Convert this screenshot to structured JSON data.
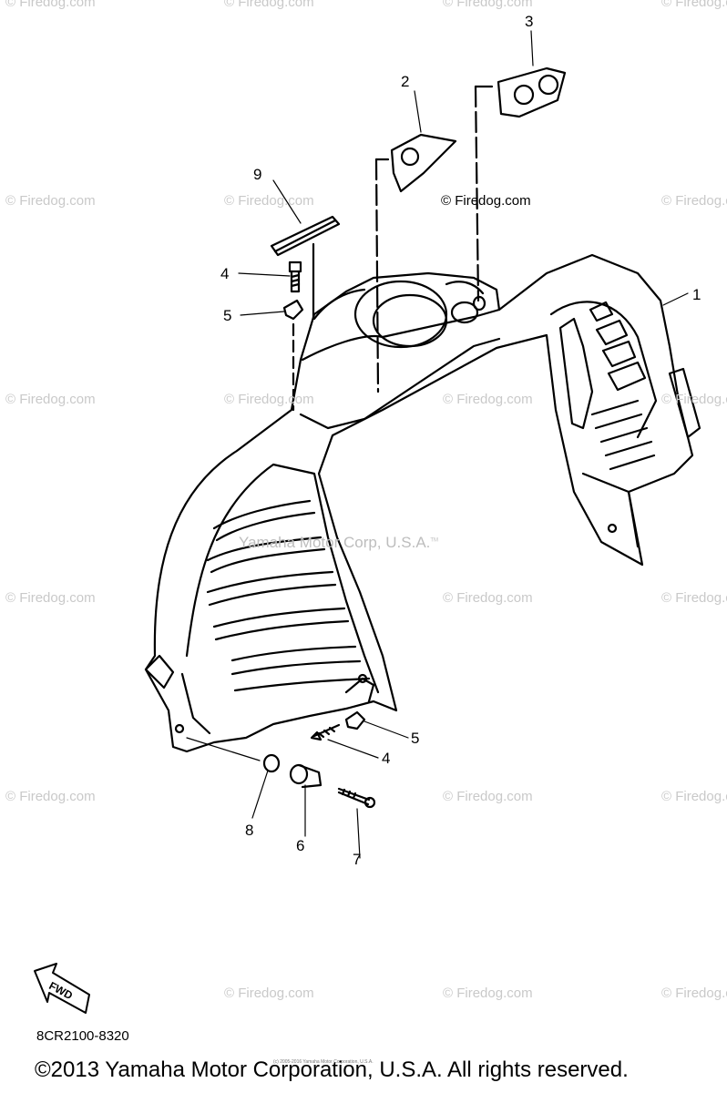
{
  "watermark_text": "© Firedog.com",
  "watermarks": [
    "© Firedog.com",
    "© Firedog.com",
    "© Firedog.com",
    "© Firedog.com",
    "© Firedog.com",
    "© Firedog.com",
    "© Firedog.com",
    "© Firedog.com",
    "© Firedog.com",
    "© Firedog.com",
    "© Firedog.com",
    "© Firedog.com",
    "© Firedog.com",
    "© Firedog.com",
    "© Firedog.com",
    "© Firedog.com",
    "© Firedog.com",
    "© Firedog.com",
    "© Firedog.com",
    "© Firedog.com"
  ],
  "crisp_watermark": "© Firedog.com",
  "center_watermark": "Yamaha Motor Corp, U.S.A.",
  "center_watermark_tm": "TM",
  "callouts": [
    "1",
    "2",
    "3",
    "4",
    "5",
    "4",
    "5",
    "6",
    "7",
    "8",
    "9"
  ],
  "fwd_label": "FWD",
  "part_code": "8CR2100-8320",
  "tiny_credit": "(c) 2005-2016 Yamaha Motor Corporation, U.S.A.",
  "copyright": "©2013 Yamaha Motor Corporation, U.S.A. All rights reserved."
}
